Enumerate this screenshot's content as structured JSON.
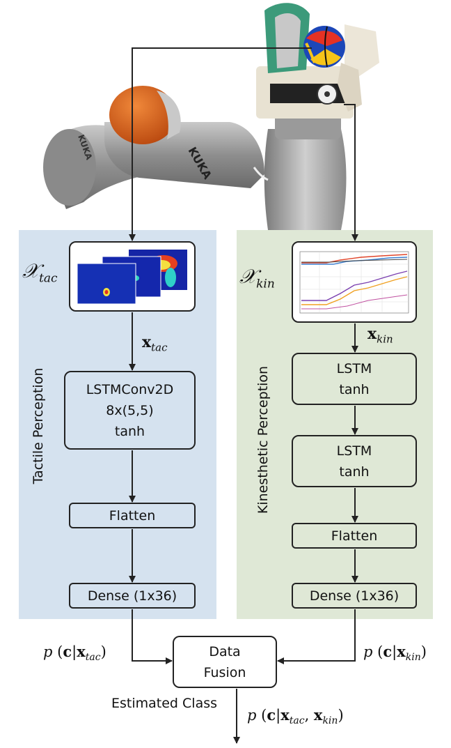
{
  "tactile": {
    "section_label": "Tactile Perception",
    "input_symbol": "𝒳",
    "input_sub": "tac",
    "vector_symbol": "x",
    "vector_sub": "tac",
    "layer1": "LSTMConv2D\n8x(5,5)\ntanh",
    "layer2": "Flatten",
    "layer3": "Dense (1x36)",
    "output_prob": "p (c|x",
    "output_sub": "tac",
    "output_close": ")"
  },
  "kinesthetic": {
    "section_label": "Kinesthetic Perception",
    "input_symbol": "𝒳",
    "input_sub": "kin",
    "vector_symbol": "x",
    "vector_sub": "kin",
    "layer1": "LSTM\ntanh",
    "layer2": "LSTM\ntanh",
    "layer3": "Flatten",
    "layer4": "Dense (1x36)",
    "output_prob": "p (c|x",
    "output_sub": "kin",
    "output_close": ")"
  },
  "fusion": {
    "label": "Data\nFusion",
    "estimated": "Estimated\nClass",
    "final_prob": "p (c|x",
    "final_sub1": "tac",
    "final_mid": ", x",
    "final_sub2": "kin",
    "final_close": ")"
  },
  "colors": {
    "tactile_bg": "#d5e2ef",
    "kinesthetic_bg": "#dfe8d6",
    "robot_orange": "#d9621c",
    "robot_grey": "#a9a9a9"
  }
}
